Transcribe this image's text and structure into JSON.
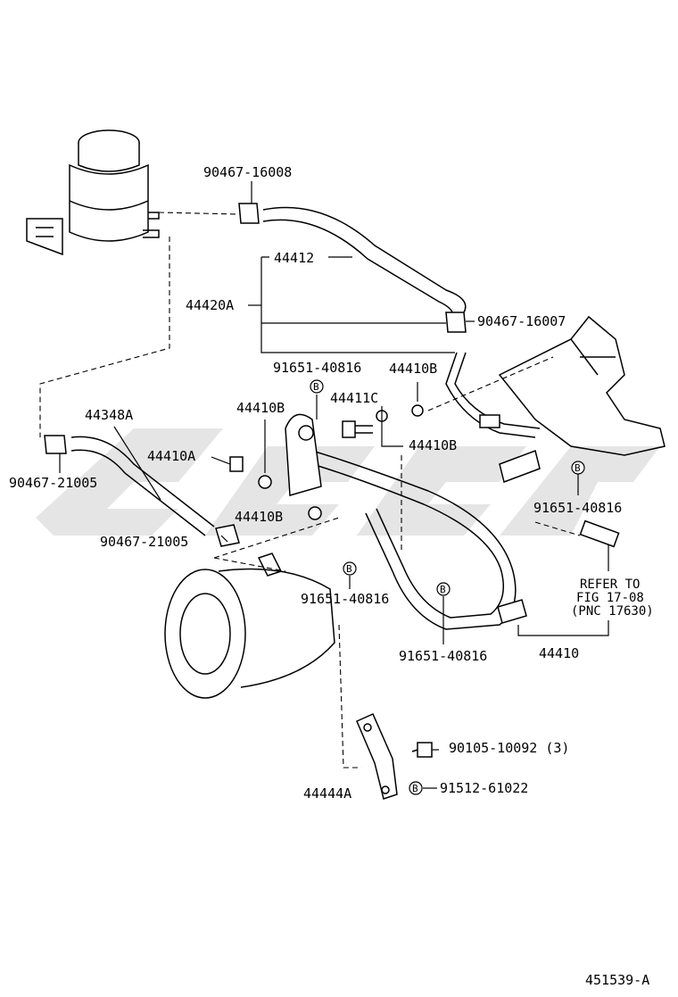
{
  "diagram_id": "451539-A",
  "bolt_symbol": "B",
  "callouts": {
    "c01": "90467-16008",
    "c02": "44412",
    "c03": "44420A",
    "c04": "90467-16007",
    "c05": "91651-40816",
    "c06": "44410B",
    "c07": "44411C",
    "c08": "44410B",
    "c09": "44348A",
    "c10": "44410B",
    "c11": "44410A",
    "c12": "90467-21005",
    "c13": "91651-40816",
    "c14": "90467-21005",
    "c15": "44410B",
    "c16": "91651-40816",
    "c17": "91651-40816",
    "c18": "44410",
    "c19": "90105-10092 (3)",
    "c20": "44444A",
    "c21": "91512-61022"
  },
  "refer_note": {
    "line1": "REFER TO",
    "line2": "FIG 17-08",
    "line3": "(PNC 17630)"
  },
  "icons": [
    "bolt-circle-b-icon",
    "hose-clamp-icon",
    "reservoir-tank-icon",
    "power-steering-pump-icon",
    "steering-gear-icon",
    "pressure-switch-icon"
  ]
}
